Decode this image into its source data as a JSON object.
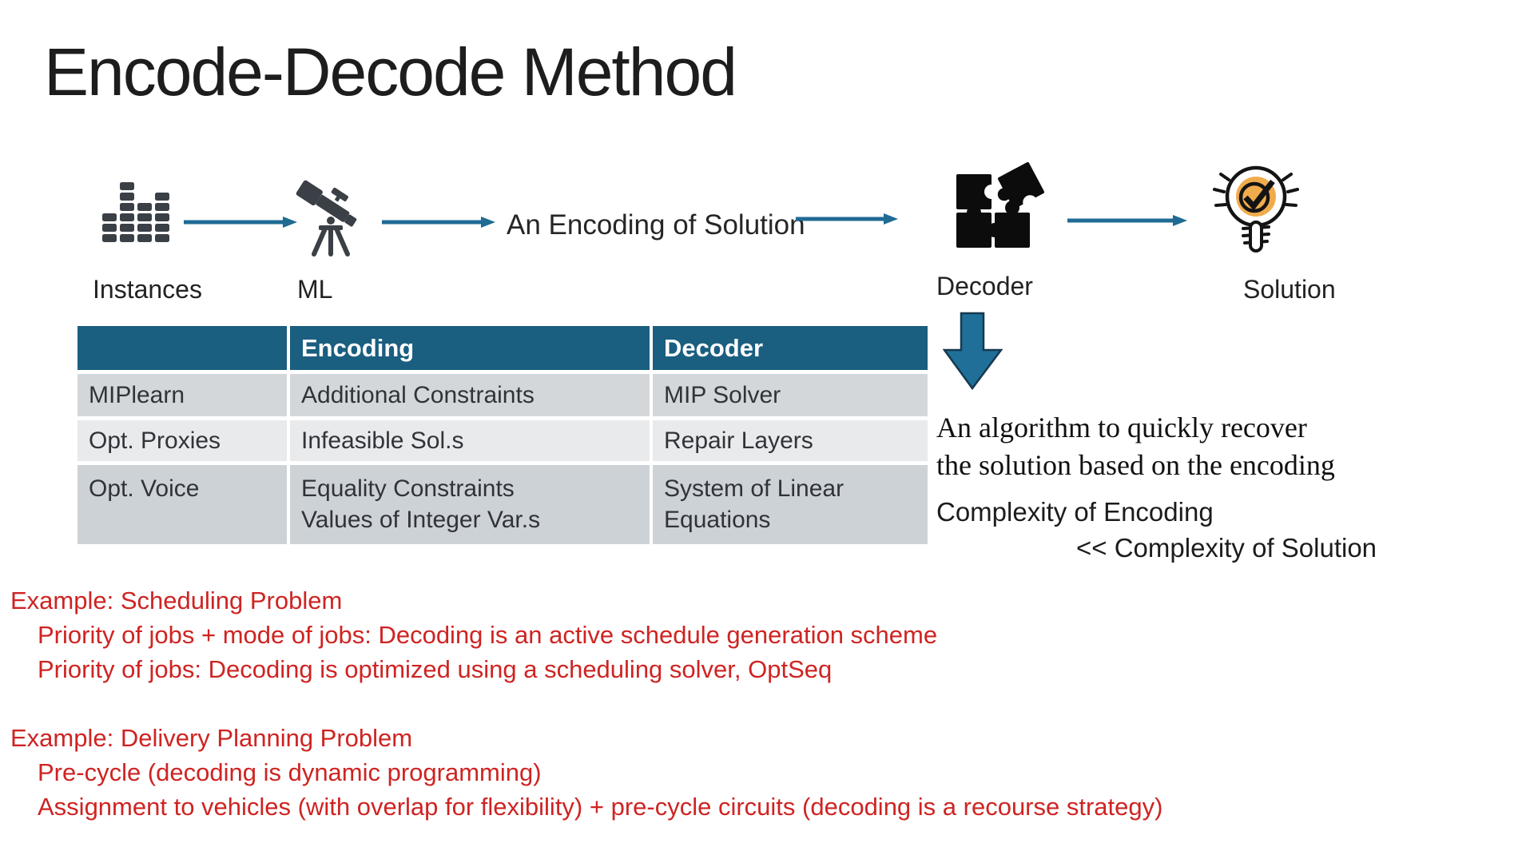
{
  "slide": {
    "title": "Encode-Decode Method"
  },
  "pipeline": {
    "instances_label": "Instances",
    "ml_label": "ML",
    "encoding_text": "An Encoding of Solution",
    "decoder_label": "Decoder",
    "solution_label": "Solution",
    "icons": [
      "equalizer-bars-icon",
      "telescope-icon",
      "puzzle-icon",
      "lightbulb-check-icon",
      "down-block-arrow-icon"
    ]
  },
  "table": {
    "header_blank": "",
    "header_encoding": "Encoding",
    "header_decoder": "Decoder",
    "rows": [
      {
        "name": "MIPlearn",
        "encoding": "Additional Constraints",
        "decoder": "MIP Solver"
      },
      {
        "name": "Opt. Proxies",
        "encoding": "Infeasible Sol.s",
        "decoder": "Repair Layers"
      },
      {
        "name": "Opt. Voice",
        "encoding_line1": "Equality Constraints",
        "encoding_line2": "Values of Integer Var.s",
        "decoder_line1": "System of Linear",
        "decoder_line2": "Equations"
      }
    ]
  },
  "decoder_note": {
    "line1": "An algorithm to quickly recover",
    "line2": "the solution based on the encoding",
    "complexity_line1": "Complexity of Encoding",
    "complexity_line2": "<<  Complexity of Solution"
  },
  "examples": [
    {
      "title": "Example: Scheduling Problem",
      "items": [
        "Priority of jobs + mode of jobs: Decoding is an active schedule generation scheme",
        "Priority of jobs: Decoding is optimized using a scheduling solver, OptSeq"
      ]
    },
    {
      "title": "Example: Delivery Planning Problem",
      "items": [
        "Pre-cycle (decoding is dynamic programming)",
        "Assignment to vehicles (with overlap for flexibility) + pre-cycle circuits (decoding is a recourse strategy)"
      ]
    }
  ],
  "colors": {
    "accent_teal": "#1A5E80",
    "arrow_teal": "#1F6B93",
    "icon_dark": "#3A4046",
    "red_text": "#CE2422",
    "bulb_orange": "#F0AC4C",
    "row1_bg": "#D4D7DA",
    "row2_bg": "#E8EAEC",
    "row3_bg": "#CDD2D6"
  }
}
